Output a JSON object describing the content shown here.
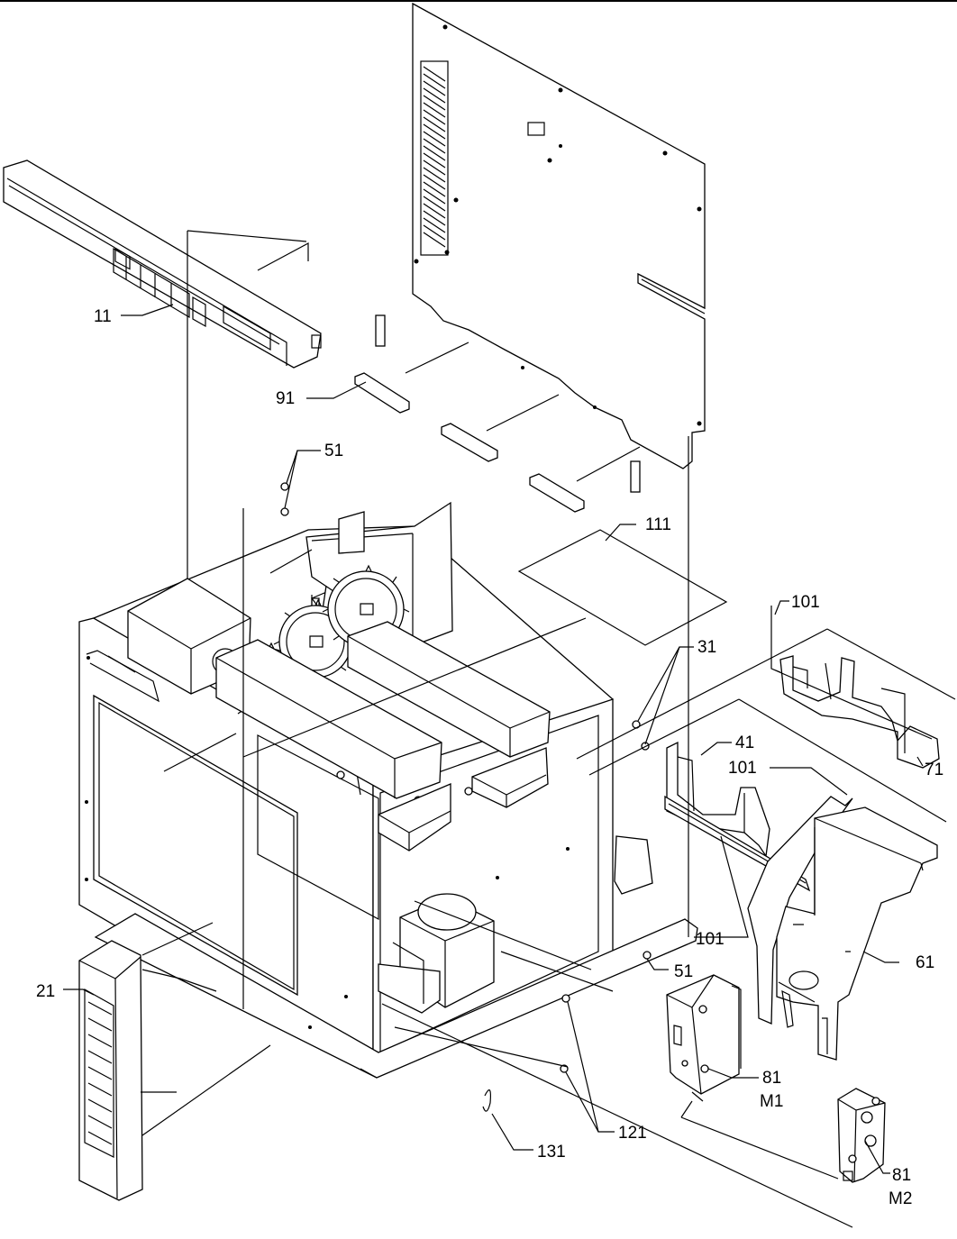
{
  "callouts": {
    "c11": "11",
    "c91": "91",
    "c51a": "51",
    "c111": "111",
    "c101a": "101",
    "c31": "31",
    "c41": "41",
    "c101b": "101",
    "c71": "71",
    "c101c": "101",
    "c61": "61",
    "c51b": "51",
    "c21": "21",
    "c81a": "81",
    "c81a_sub": "M1",
    "c121": "121",
    "c131": "131",
    "c81b": "81",
    "c81b_sub": "M2"
  }
}
